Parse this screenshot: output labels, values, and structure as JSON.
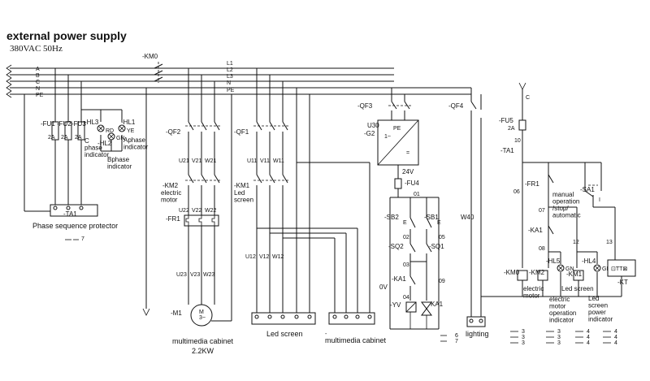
{
  "title": "external power supply",
  "subtitle": "380VAC 50Hz",
  "bus": {
    "lines": [
      "L1",
      "L2",
      "L3",
      "N",
      "PE"
    ],
    "left_labels": [
      "A",
      "B",
      "C",
      "N",
      "PE"
    ],
    "main_switch": "-KM0"
  },
  "phase_section": {
    "fuses": [
      "-FU1",
      "-FU2",
      "-FU3"
    ],
    "fuse_ratings": [
      "2A",
      "2A",
      "2A"
    ],
    "lamps": [
      "-HL3",
      "-HL2",
      "-HL1"
    ],
    "lamp_colors": [
      "RD",
      "GN",
      "YE"
    ],
    "lamp_captions": [
      "C\nphase\nindicator",
      "Bphase\nindicator",
      "Aphase\nindicator"
    ],
    "ta": "-TA1",
    "protector": "Phase sequence protector",
    "ref": "7"
  },
  "motor_section": {
    "breaker": "-QF2",
    "top_terms": [
      "U21",
      "V21",
      "W21"
    ],
    "contactor": "-KM2",
    "contactor_caption": "electric\nmotor",
    "mid_terms": [
      "U22",
      "V22",
      "W22"
    ],
    "relay": "-FR1",
    "bot_terms": [
      "U23",
      "V23",
      "W23"
    ],
    "motor": "-M1",
    "motor_symbol": "M\n3~",
    "caption": "multimedia cabinet",
    "rating": "2.2KW"
  },
  "led_section": {
    "breaker": "-QF1",
    "top_terms": [
      "U11",
      "V11",
      "W11"
    ],
    "contactor": "-KM1",
    "contactor_caption": "Led\nscreen",
    "bot_terms": [
      "U12",
      "V12",
      "W12"
    ],
    "led_caption": "Led screen",
    "cabinet_caption": "multimedia cabinet"
  },
  "psu_section": {
    "breaker": "-QF3",
    "unit": "U30",
    "g": "-G2",
    "symbols": [
      "1~",
      "="
    ],
    "pe": "PE",
    "voltage": "24V",
    "fuse": "-FU4",
    "nodes": [
      "01",
      "02",
      "03",
      "04",
      "05",
      "09"
    ],
    "sb2": "-SB2",
    "sb1": "-SB1",
    "e_marks": [
      "E",
      "E"
    ],
    "sq2": "-SQ2",
    "sq1": "-SQ1",
    "ka1": "-KA1",
    "ov": "0V",
    "yv": "-YV",
    "ka1b": "KA1",
    "ref_nums": [
      "6",
      "7"
    ]
  },
  "lighting_section": {
    "breaker": "-QF4",
    "w": "W40",
    "caption": "lighting"
  },
  "control_section": {
    "bus_mark": "C",
    "fuse": "-FU5",
    "fuse_rating": "2A",
    "node10": "10",
    "ta": "-TA1",
    "fr": "-FR1",
    "n06": "06",
    "n07": "07",
    "n08": "08",
    "n12": "12",
    "n13": "13",
    "sa": "-SA1",
    "sa_caption": "manual\noperation\n/stop/\nautomatic",
    "sa_mark": "I",
    "ka": "-KA1",
    "hl5": "-HL5",
    "hl4": "-HL4",
    "gn": "GN",
    "km0": "-KM0",
    "km2": "-KM2",
    "km1": "-KM1",
    "kt": "-KT",
    "cap_motor": "electric\nmotor",
    "cap_motor_ind": "electric\nmotor\noperation\nindicator",
    "cap_led": "Led screen",
    "cap_led_ind": "Led\nscreen\npower\nindicator",
    "ref_cols": [
      [
        "3",
        "3",
        "3"
      ],
      [
        "3",
        "3",
        "3"
      ],
      [
        "4",
        "4",
        "4"
      ],
      [
        "4",
        "4",
        "4"
      ]
    ]
  }
}
